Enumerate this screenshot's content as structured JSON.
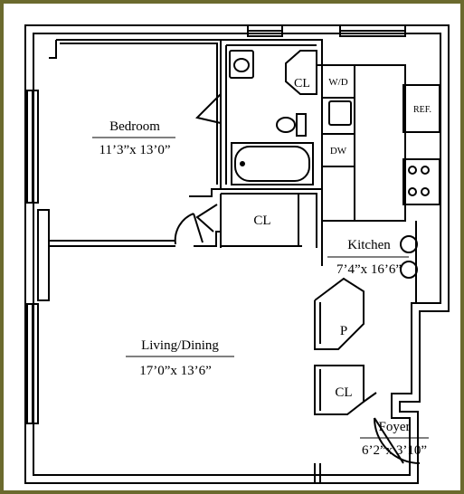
{
  "colors": {
    "frame_border": "#6b6a2e",
    "background": "#ffffff",
    "ink": "#000000"
  },
  "rooms": {
    "bedroom": {
      "name": "Bedroom",
      "dims": "11’3”x 13’0”"
    },
    "living": {
      "name": "Living/Dining",
      "dims": "17’0”x 13’6”"
    },
    "kitchen": {
      "name": "Kitchen",
      "dims": "7’4”x 16’6”"
    },
    "foyer": {
      "name": "Foyer",
      "dims": "6’2”x 3’10”"
    }
  },
  "closets": {
    "bath": "CL",
    "bedroom": "CL",
    "foyer": "CL",
    "pantry": "P"
  },
  "appliances": {
    "washer_dryer": "W/D",
    "dishwasher": "DW",
    "refrigerator": "REF."
  }
}
